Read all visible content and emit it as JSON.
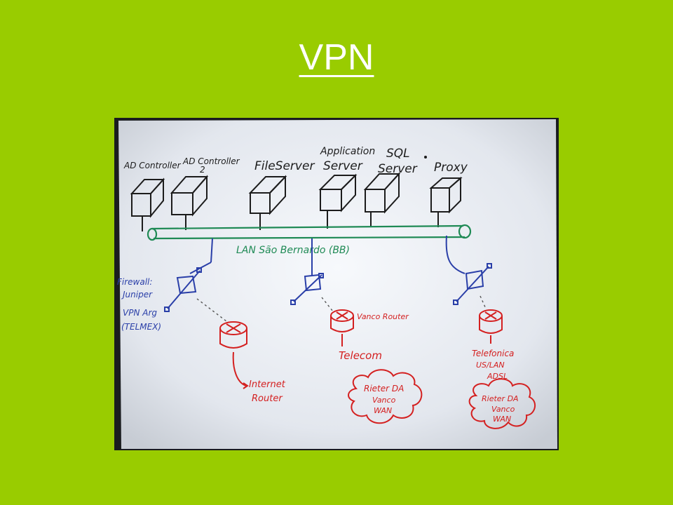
{
  "slide": {
    "title": "VPN",
    "background_color": "#99cc00",
    "title_color": "#ffffff"
  },
  "whiteboard": {
    "servers": [
      {
        "label_lines": [
          "AD Controller"
        ]
      },
      {
        "label_lines": [
          "AD Controller",
          "2"
        ]
      },
      {
        "label_lines": [
          "FileServer"
        ]
      },
      {
        "label_lines": [
          "Application",
          "Server"
        ]
      },
      {
        "label_lines": [
          "SQL",
          "Server"
        ]
      },
      {
        "label_lines": [
          "Proxy"
        ]
      }
    ],
    "lan_label": "LAN São Bernardo (BB)",
    "firewall_label_lines": [
      "Firewall:",
      "Juniper",
      "VPN Arg",
      "(TELMEX)"
    ],
    "routers": {
      "internet": [
        "Internet",
        "Router"
      ],
      "vanco": "Vanco Router",
      "telecom": "Telecom",
      "telefonica": [
        "Telefonica",
        "US/LAN",
        "ADSL"
      ]
    },
    "clouds": {
      "center": [
        "Rieter DA",
        "Vanco",
        "WAN"
      ],
      "right": [
        "Rieter DA",
        "Vanco",
        "WAN"
      ]
    },
    "colors": {
      "ink_black": "#1c1c1c",
      "ink_green": "#1f8a55",
      "ink_blue": "#2a3fa8",
      "ink_red": "#d42020",
      "board": "#eceff4"
    }
  }
}
